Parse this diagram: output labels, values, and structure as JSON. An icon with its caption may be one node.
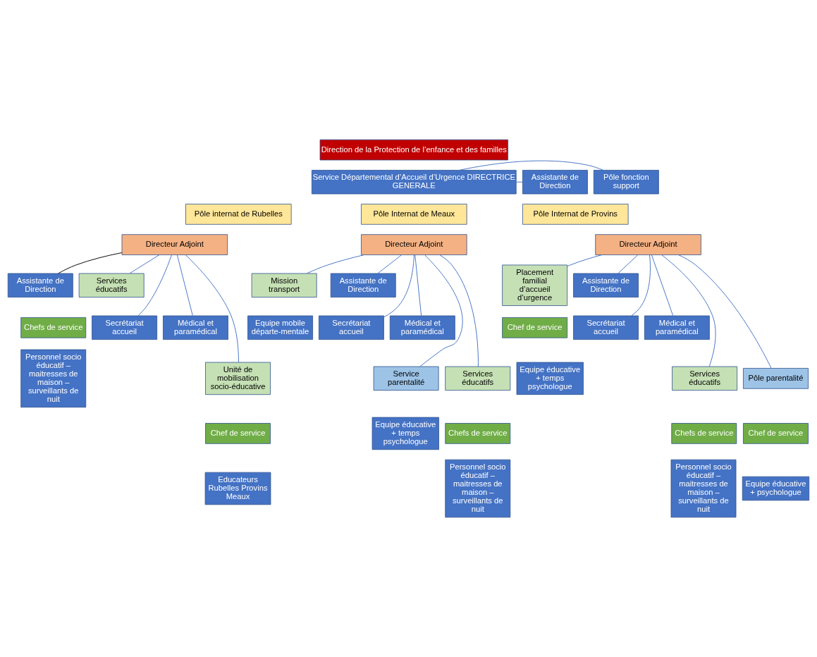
{
  "diagram": {
    "nodes": [
      {
        "text": [
          "Direction de la Protection de l’enfance et des familles"
        ]
      },
      {
        "text": [
          "Pôle fonction support"
        ]
      },
      {
        "text": [
          "Service Départemental d’Accueil d’Urgence DIRECTRICE GENERALE"
        ]
      },
      {
        "text": [
          "Assistante de Direction"
        ]
      },
      {
        "text": [
          "Pôle internat de Rubelles"
        ]
      },
      {
        "text": [
          "Pôle Internat de Meaux"
        ]
      },
      {
        "text": [
          "Pôle Internat de Provins"
        ]
      },
      {
        "text": [
          "Directeur Adjoint"
        ]
      },
      {
        "text": [
          "Directeur Adjoint"
        ]
      },
      {
        "text": [
          "Directeur Adjoint"
        ]
      },
      {
        "text": [
          "Assistante de Direction"
        ]
      },
      {
        "text": [
          "Services éducatifs"
        ]
      },
      {
        "text": [
          "Secrétariat accueil"
        ]
      },
      {
        "text": [
          "Médical et paramédical"
        ]
      },
      {
        "text": [
          "Chefs de service"
        ]
      },
      {
        "text": [
          "Personnel socio éducatif – maitresses de maison – surveillants de nuit"
        ]
      },
      {
        "text": [
          "Unité de mobilisation socio-éducative"
        ]
      },
      {
        "text": [
          "Chef de service"
        ]
      },
      {
        "text": [
          "Educateurs Rubelles Provins Meaux"
        ]
      },
      {
        "text": [
          "Mission transport"
        ]
      },
      {
        "text": [
          "Assistante de Direction"
        ]
      },
      {
        "text": [
          "Equipe mobile départe-mentale"
        ]
      },
      {
        "text": [
          "Secrétariat accueil"
        ]
      },
      {
        "text": [
          "Médical et paramédical"
        ]
      },
      {
        "text": [
          "Service parentalité"
        ]
      },
      {
        "text": [
          "Services éducatifs"
        ]
      },
      {
        "text": [
          "Equipe éducative + temps psychologue"
        ]
      },
      {
        "text": [
          "Chefs de service"
        ]
      },
      {
        "text": [
          "Personnel socio éducatif – maitresses de maison – surveillants de nuit"
        ]
      },
      {
        "text": [
          "Placement familial d’accueil d’urgence"
        ]
      },
      {
        "text": [
          "Assistante de Direction"
        ]
      },
      {
        "text": [
          "Secrétariat accueil"
        ]
      },
      {
        "text": [
          "Chef de service"
        ]
      },
      {
        "text": [
          "Médical et paramédical"
        ]
      },
      {
        "text": [
          "Equipe éducative + temps psychologue"
        ]
      },
      {
        "text": [
          "Services éducatifs"
        ]
      },
      {
        "text": [
          "Pôle parentalité"
        ]
      },
      {
        "text": [
          "Chefs de service"
        ]
      },
      {
        "text": [
          "Chef de service"
        ]
      },
      {
        "text": [
          "Personnel socio éducatif – maitresses de maison – surveillants de nuit"
        ]
      },
      {
        "text": [
          "Equipe éducative + psychologue"
        ]
      }
    ],
    "edges": [
      {
        "from": 2,
        "to": 1,
        "arrow": "none"
      },
      {
        "from": 2,
        "to": 3,
        "arrow": "none"
      },
      {
        "from": 7,
        "to": 10,
        "arrow": "none",
        "color": "#000000"
      },
      {
        "from": 7,
        "to": 11,
        "arrow": "none"
      },
      {
        "from": 7,
        "to": 12,
        "arrow": "none"
      },
      {
        "from": 7,
        "to": 13,
        "arrow": "none"
      },
      {
        "from": 7,
        "to": 16,
        "arrow": "none"
      },
      {
        "from": 8,
        "to": 19,
        "arrow": "none"
      },
      {
        "from": 8,
        "to": 20,
        "arrow": "none"
      },
      {
        "from": 8,
        "to": 22,
        "arrow": "none"
      },
      {
        "from": 8,
        "to": 23,
        "arrow": "none"
      },
      {
        "from": 8,
        "to": 24,
        "arrow": "none"
      },
      {
        "from": 8,
        "to": 25,
        "arrow": "none"
      },
      {
        "from": 9,
        "to": 29,
        "arrow": "none"
      },
      {
        "from": 9,
        "to": 30,
        "arrow": "none"
      },
      {
        "from": 9,
        "to": 31,
        "arrow": "none"
      },
      {
        "from": 9,
        "to": 33,
        "arrow": "none"
      },
      {
        "from": 9,
        "to": 35,
        "arrow": "none"
      },
      {
        "from": 9,
        "to": 36,
        "arrow": "none"
      }
    ]
  }
}
